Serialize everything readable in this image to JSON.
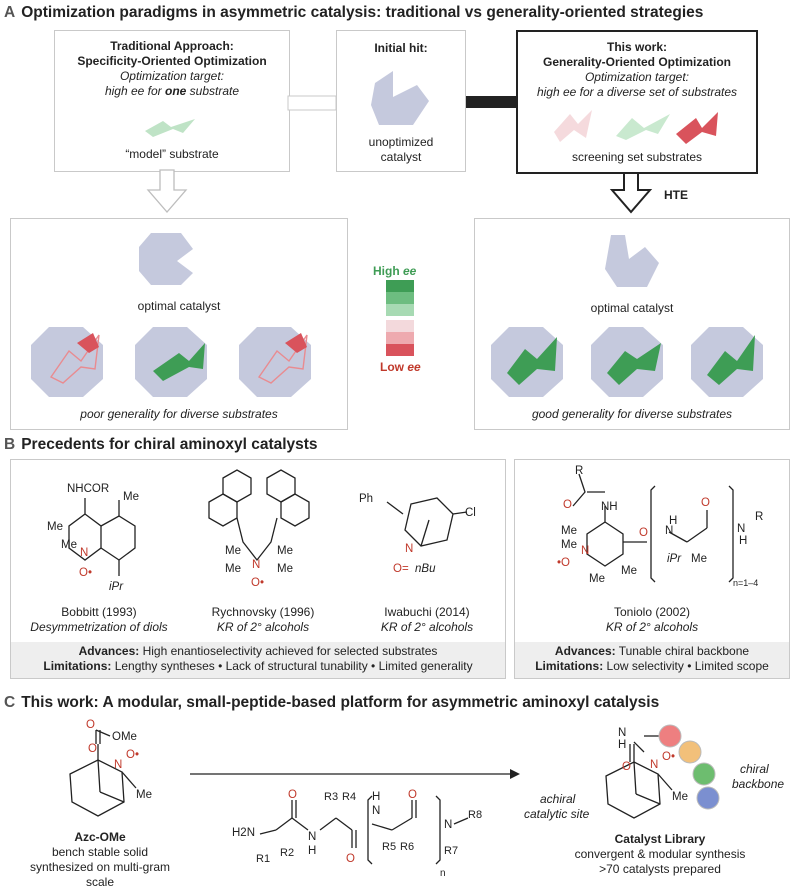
{
  "sectionA": {
    "letter": "A",
    "title": "Optimization paradigms in asymmetric catalysis: traditional vs generality-oriented strategies",
    "traditional": {
      "heading1": "Traditional Approach:",
      "heading2": "Specificity-Oriented Optimization",
      "target_label": "Optimization target:",
      "target_pre": "high ee for ",
      "target_bold": "one",
      "target_post": " substrate",
      "substrate_label": "“model” substrate"
    },
    "initial": {
      "heading": "Initial hit:",
      "label1": "unoptimized",
      "label2": "catalyst"
    },
    "thiswork": {
      "heading1": "This work:",
      "heading2": "Generality-Oriented Optimization",
      "target_label": "Optimization target:",
      "target_text": "high ee for a diverse set of substrates",
      "substrate_label": "screening set substrates",
      "hte": "HTE"
    },
    "left_result": {
      "catalyst_label": "optimal catalyst",
      "caption": "poor generality for diverse substrates"
    },
    "right_result": {
      "catalyst_label": "optimal catalyst",
      "caption": "good generality for diverse substrates"
    },
    "scale": {
      "high_pre": "High ",
      "high_ee": "ee",
      "low_pre": "Low ",
      "low_ee": "ee",
      "colors": [
        "#3e9d55",
        "#6dbd80",
        "#a7dab3",
        "#f3d9dc",
        "#eeaaaf",
        "#d9535c"
      ]
    }
  },
  "sectionB": {
    "letter": "B",
    "title": "Precedents for chiral aminoxyl catalysts",
    "catalysts": [
      {
        "name": "Bobbitt (1993)",
        "use": "Desymmetrization of diols"
      },
      {
        "name": "Rychnovsky (1996)",
        "use": "KR of 2° alcohols"
      },
      {
        "name": "Iwabuchi (2014)",
        "use": "KR of 2° alcohols"
      },
      {
        "name": "Toniolo (2002)",
        "use": "KR of 2° alcohols"
      }
    ],
    "left_advances_label": "Advances:",
    "left_advances": " High enantioselectivity achieved for selected substrates",
    "left_limitations_label": "Limitations:",
    "left_limitations": " Lengthy syntheses • Lack of structural tunability • Limited generality",
    "right_advances_label": "Advances:",
    "right_advances": " Tunable chiral backbone",
    "right_limitations_label": "Limitations:",
    "right_limitations": " Low selectivity • Limited scope",
    "struct": {
      "nhcor": "NHCOR",
      "me": "Me",
      "n": "N",
      "o": "O",
      "ipr": "iPr",
      "ph": "Ph",
      "cl": "Cl",
      "nbu": "nBu",
      "r": "R",
      "nh": "NH",
      "n_range": "n=1–4"
    }
  },
  "sectionC": {
    "letter": "C",
    "title": "This work: A modular, small-peptide-based platform for asymmetric aminoxyl catalysis",
    "azc_name": "Azc-OMe",
    "azc_line1": "bench stable solid",
    "azc_line2": "synthesized on multi-gram scale",
    "library_name": "Catalyst Library",
    "library_line1": "convergent & modular synthesis",
    "library_line2": ">70 catalysts prepared",
    "achiral": "achiral",
    "catalytic_site": "catalytic site",
    "chiral": "chiral",
    "backbone": "backbone",
    "struct": {
      "ome": "OMe",
      "me": "Me",
      "n": "N",
      "o": "O",
      "h2n": "H2N",
      "r1": "R1",
      "r2": "R2",
      "r3": "R3",
      "r4": "R4",
      "r5": "R5",
      "r6": "R6",
      "r7": "R7",
      "r8": "R8",
      "h": "H",
      "sub_n": "n"
    },
    "bead_colors": [
      "#ee7f80",
      "#f2c07a",
      "#6dbd6f",
      "#7b8fd0"
    ]
  }
}
